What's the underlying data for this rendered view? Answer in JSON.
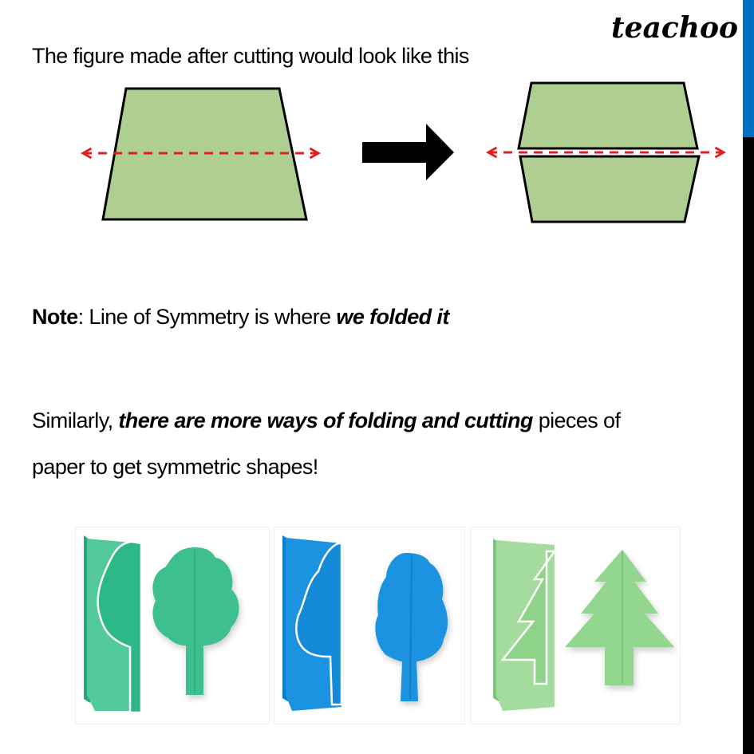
{
  "logo": {
    "text": "teachoo"
  },
  "intro": {
    "text": "The figure made after cutting would look like this"
  },
  "diagram": {
    "shape_fill": "#aecf91",
    "shape_stroke": "#000000",
    "fold_line_color": "#e02020",
    "arrow_color": "#000000",
    "left_shape": "trapezoid with dashed fold line",
    "right_shape": "two trapezoids split along fold line"
  },
  "note": {
    "label": "Note",
    "text": ": Line of Symmetry is where ",
    "emphasis": "we folded it"
  },
  "similarly": {
    "lead": "Similarly, ",
    "emphasis": "there are more ways of folding and cutting",
    "rest": " pieces of",
    "line2": "paper to get symmetric shapes!"
  },
  "photos": [
    {
      "name": "round-tree",
      "color": "#3dbf8f",
      "dark": "#27a878"
    },
    {
      "name": "oval-tree",
      "color": "#1b93e0",
      "dark": "#0a7fd0"
    },
    {
      "name": "pine-tree",
      "color": "#93d68f",
      "dark": "#82c47e"
    }
  ],
  "sidebar": {
    "accent": "#0070c0",
    "base": "#000000"
  }
}
